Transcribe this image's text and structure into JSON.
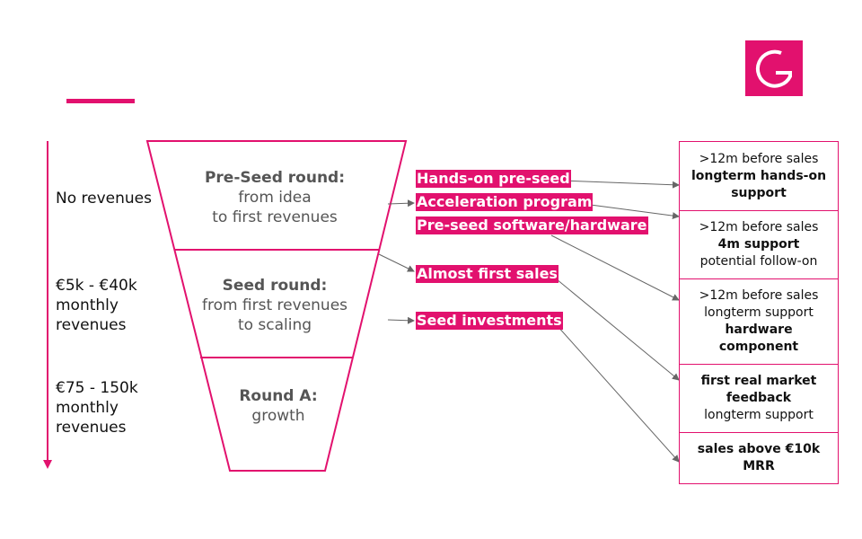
{
  "brand": {
    "accent_color": "#e2116e",
    "logo": "g-logo-icon"
  },
  "revenue_levels": [
    {
      "label": "No revenues"
    },
    {
      "lines": [
        "€5k - €40k",
        "monthly",
        "revenues"
      ]
    },
    {
      "lines": [
        "€75 - 150k",
        "monthly",
        "revenues"
      ]
    }
  ],
  "funnel": [
    {
      "title": "Pre-Seed round:",
      "sub": [
        "from idea",
        "to first revenues"
      ]
    },
    {
      "title": "Seed round:",
      "sub": [
        "from first revenues",
        "to scaling"
      ]
    },
    {
      "title": "Round A:",
      "sub": [
        "growth"
      ]
    }
  ],
  "programs": [
    "Hands-on pre-seed",
    "Acceleration program",
    "Pre-seed software/hardware",
    "Almost first sales",
    "Seed investments"
  ],
  "details": [
    {
      "lines": [
        {
          "text": ">12m before sales",
          "bold": false
        },
        {
          "text": "longterm hands-on",
          "bold": true
        },
        {
          "text": "support",
          "bold": true
        }
      ]
    },
    {
      "lines": [
        {
          "text": ">12m before sales",
          "bold": false
        },
        {
          "text": "4m support",
          "bold": true
        },
        {
          "text": "potential follow-on",
          "bold": false
        }
      ]
    },
    {
      "lines": [
        {
          "text": ">12m before sales",
          "bold": false
        },
        {
          "text": "longterm support",
          "bold": false
        },
        {
          "text": "hardware",
          "bold": true
        },
        {
          "text": "component",
          "bold": true
        }
      ]
    },
    {
      "lines": [
        {
          "text": "first real market",
          "bold": true
        },
        {
          "text": "feedback",
          "bold": true
        },
        {
          "text": "longterm support",
          "bold": false
        }
      ]
    },
    {
      "lines": [
        {
          "text": "sales above €10k",
          "bold": true
        },
        {
          "text": "MRR",
          "bold": true
        }
      ]
    }
  ]
}
